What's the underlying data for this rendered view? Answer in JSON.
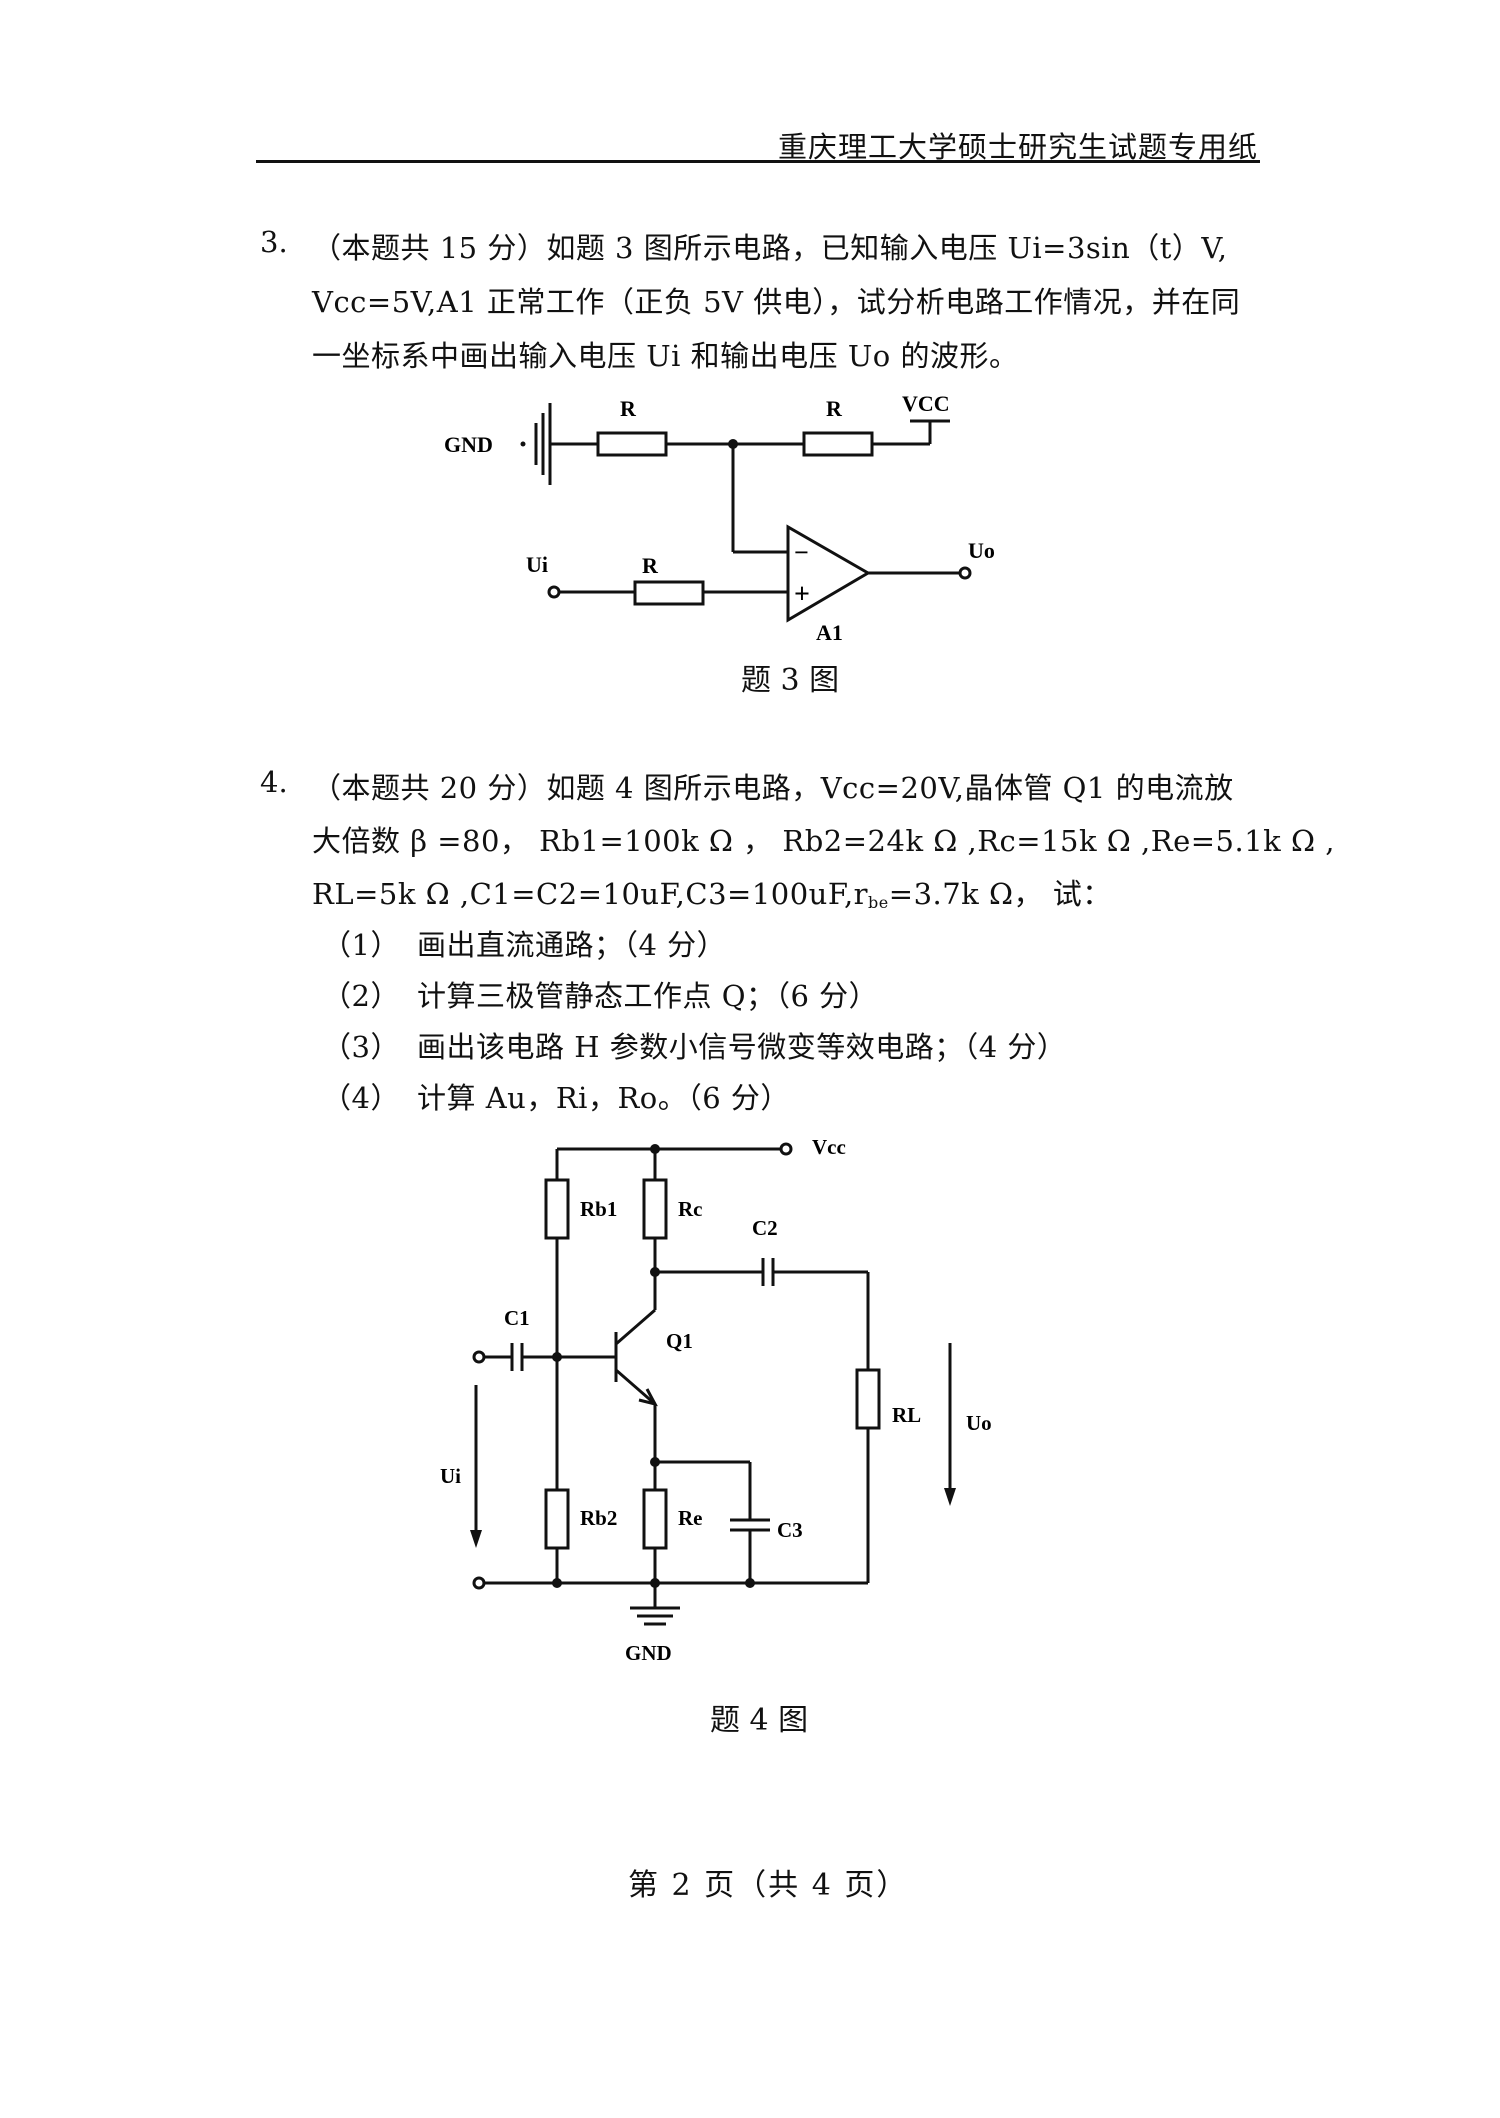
{
  "header": {
    "title": "重庆理工大学硕士研究生试题专用纸"
  },
  "q3": {
    "number": "3.",
    "lines": [
      "（本题共 15 分）如题 3 图所示电路，已知输入电压 Ui=3sin（t）V,",
      "Vcc=5V,A1 正常工作（正负 5V 供电），试分析电路工作情况，并在同",
      "一坐标系中画出输入电压 Ui 和输出电压 Uo 的波形。"
    ],
    "figure": {
      "gnd": "GND",
      "r_top_left": "R",
      "r_top_right": "R",
      "vcc": "VCC",
      "ui": "Ui",
      "r_input": "R",
      "uo": "Uo",
      "opamp": "A1",
      "minus": "−",
      "plus": "+"
    },
    "caption": "题 3 图"
  },
  "q4": {
    "number": "4.",
    "line1": "（本题共 20 分）如题 4 图所示电路，Vcc=20V,晶体管 Q1 的电流放",
    "line2": "大倍数 β =80， Rb1=100k Ω ， Rb2=24k Ω ,Rc=15k Ω ,Re=5.1k Ω ,",
    "line3_a": "RL=5k Ω ,C1=C2=10uF,C3=100uF,r",
    "line3_sub": "be",
    "line3_b": "=3.7k Ω， 试：",
    "items": [
      {
        "label": "（1）",
        "text": "画出直流通路；（4 分）"
      },
      {
        "label": "（2）",
        "text": "计算三极管静态工作点 Q；（6 分）"
      },
      {
        "label": "（3）",
        "text": "画出该电路 H 参数小信号微变等效电路；（4 分）"
      },
      {
        "label": "（4）",
        "text": "计算 Au，Ri，Ro。（6 分）"
      }
    ],
    "figure": {
      "vcc": "Vcc",
      "rb1": "Rb1",
      "rc": "Rc",
      "c2": "C2",
      "c1": "C1",
      "q1": "Q1",
      "rl": "RL",
      "uo": "Uo",
      "ui": "Ui",
      "rb2": "Rb2",
      "re": "Re",
      "c3": "C3",
      "gnd": "GND"
    },
    "caption": "题 4 图"
  },
  "footer": {
    "text": "第 2 页（共 4 页）"
  }
}
